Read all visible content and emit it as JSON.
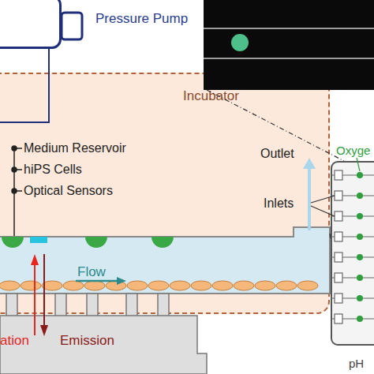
{
  "diagram": {
    "nodes": [
      {
        "text": [
          "Pressure Pump"
        ]
      },
      {
        "text": [
          "Incubator"
        ]
      }
    ],
    "edges": [
      {
        "from": 0,
        "to": 1,
        "arrow": "none"
      }
    ],
    "labels": [
      "Medium Reservoir",
      "hiPS Cells",
      "Optical Sensors",
      "Outlet",
      "Flow",
      "ation",
      "Emission",
      "Inlets",
      "Oxyge",
      "pH"
    ]
  }
}
